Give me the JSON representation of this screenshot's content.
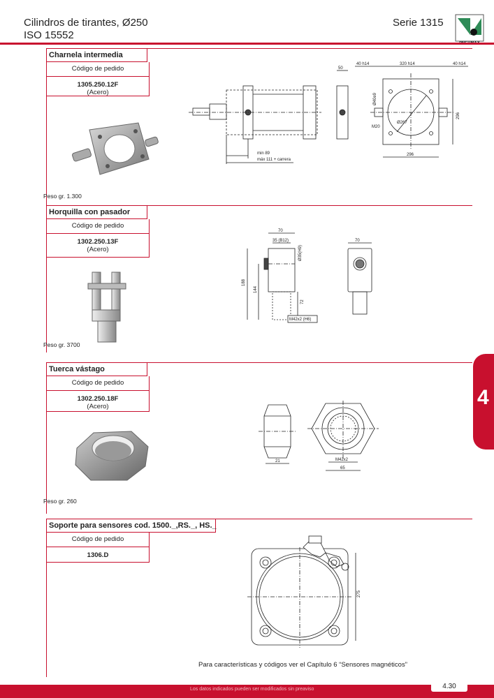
{
  "header": {
    "title_line1": "Cilindros de tirantes, Ø250",
    "title_line2": "ISO 15552",
    "serie": "Serie 1315",
    "logo_text": "PNEUMAX"
  },
  "sections": [
    {
      "title": "Charnela intermedia",
      "order_label": "Código de pedido",
      "code": "1305.250.12F",
      "material": "(Acero)",
      "weight": "Peso gr. 1.300",
      "dims": {
        "d50": "50",
        "d40h14a": "40 h14",
        "d320h14": "320 h14",
        "d40h14b": "40 h14",
        "d40e9": "Ø40e9",
        "m20": "M20",
        "d267": "Ø267",
        "d296v": "296",
        "d296h": "296",
        "min89": "min 89",
        "max111": "máx 111 + carrera"
      }
    },
    {
      "title": "Horquilla con pasador",
      "order_label": "Código de pedido",
      "code": "1302.250.13F",
      "material": "(Acero)",
      "weight": "Peso gr. 3700",
      "dims": {
        "d70a": "70",
        "d35": "35 (B12)",
        "d35h9": "Ø35(H9)",
        "d70b": "70",
        "d188": "188",
        "d144": "144",
        "d72": "72",
        "m42": "M42x2 (H6)"
      }
    },
    {
      "title": "Tuerca vástago",
      "order_label": "Código de pedido",
      "code": "1302.250.18F",
      "material": "(Acero)",
      "weight": "Peso gr. 260",
      "dims": {
        "d21": "21",
        "m42": "M42x2",
        "d65": "65"
      }
    },
    {
      "title": "Soporte para sensores cod. 1500._,RS._, HS._",
      "order_label": "Código de pedido",
      "code": "1306.D",
      "dims": {
        "d275": "275"
      }
    }
  ],
  "note": "Para características y códigos ver el Capítulo 6 “Sensores magnéticos”",
  "tab_number": "4",
  "footer": {
    "disclaimer": "Los datos indicados pueden ser modificados sin preaviso",
    "page": "4.30"
  },
  "colors": {
    "accent": "#c8102e",
    "logo_green": "#2e8b57"
  }
}
